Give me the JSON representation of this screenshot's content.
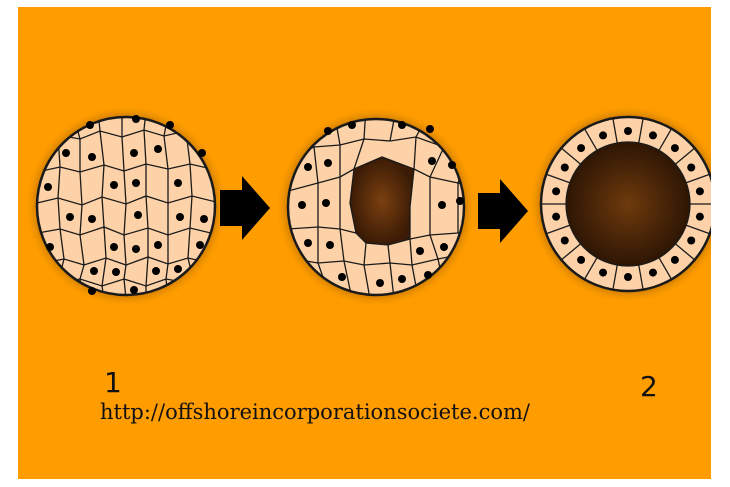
{
  "diagram": {
    "stage_labels": {
      "first": "1",
      "second": "2"
    },
    "watermark_url": "http://offshoreincorporationsociete.com/",
    "colors": {
      "background": "#fe9c00",
      "cell_fill": "#fdd2a8",
      "cell_outline": "#1a1a1a",
      "nucleus": "#000000",
      "lumen_center": "#6a3a10",
      "lumen_edge": "#2e1604",
      "arrow": "#000000"
    },
    "icons": [
      "arrow-right-icon",
      "arrow-right-icon"
    ]
  }
}
